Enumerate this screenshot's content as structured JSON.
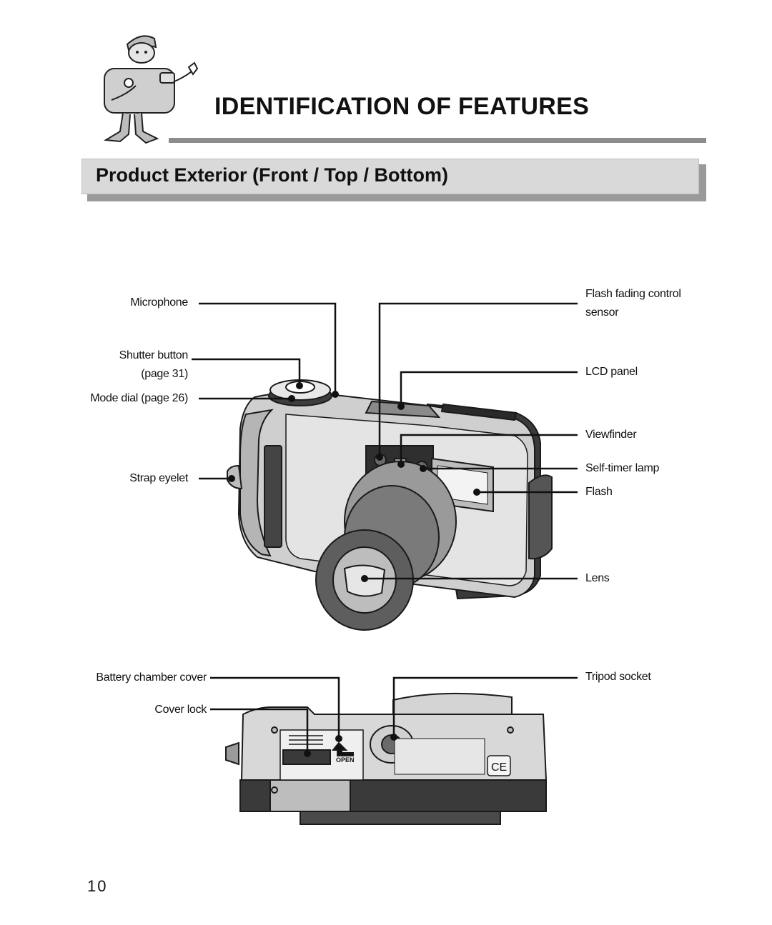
{
  "header": {
    "title": "IDENTIFICATION OF FEATURES",
    "mascot_icon": "camera-mascot-icon"
  },
  "section": {
    "title": "Product Exterior (Front / Top / Bottom)"
  },
  "labels": {
    "microphone": "Microphone",
    "shutter_button": "Shutter button",
    "shutter_page": "(page 31)",
    "mode_dial": "Mode dial (page 26)",
    "strap_eyelet": "Strap eyelet",
    "flash_sensor_1": "Flash fading control",
    "flash_sensor_2": "sensor",
    "lcd_panel": "LCD panel",
    "viewfinder": "Viewfinder",
    "self_timer_lamp": "Self-timer lamp",
    "flash": "Flash",
    "lens": "Lens",
    "battery_cover": "Battery chamber cover",
    "cover_lock": "Cover lock",
    "tripod_socket": "Tripod socket",
    "open_marking": "OPEN"
  },
  "footer": {
    "page_number": "10"
  },
  "colors": {
    "rule": "#8c8c8c",
    "section_bg": "#d9d9d9",
    "section_shadow": "#9a9a9a"
  }
}
